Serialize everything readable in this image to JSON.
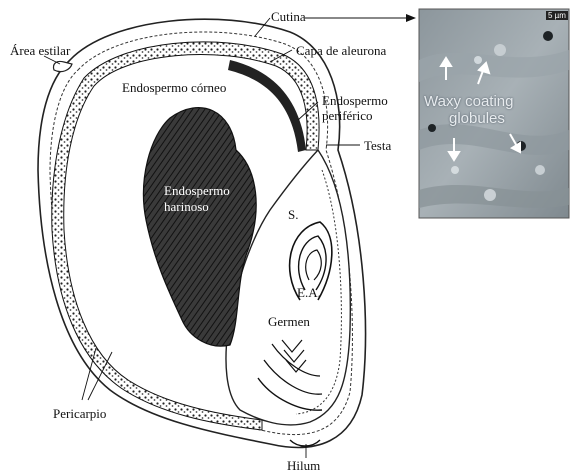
{
  "labels": {
    "cutina": "Cutina",
    "area_estilar": "Área estilar",
    "capa_aleurona": "Capa de aleurona",
    "endospermo_corneo": "Endospermo córneo",
    "endospermo_periferico_1": "Endospermo",
    "endospermo_periferico_2": "periférico",
    "testa": "Testa",
    "endospermo_harinoso_1": "Endospermo",
    "endospermo_harinoso_2": "harinoso",
    "escutelo": "S.",
    "eje_embrionario": "E.A.",
    "germen": "Germen",
    "pericarpio": "Pericarpio",
    "hilum": "Hilum"
  },
  "micrograph": {
    "caption_1": "Waxy coating",
    "caption_2": "globules",
    "badge": "5 µm"
  }
}
